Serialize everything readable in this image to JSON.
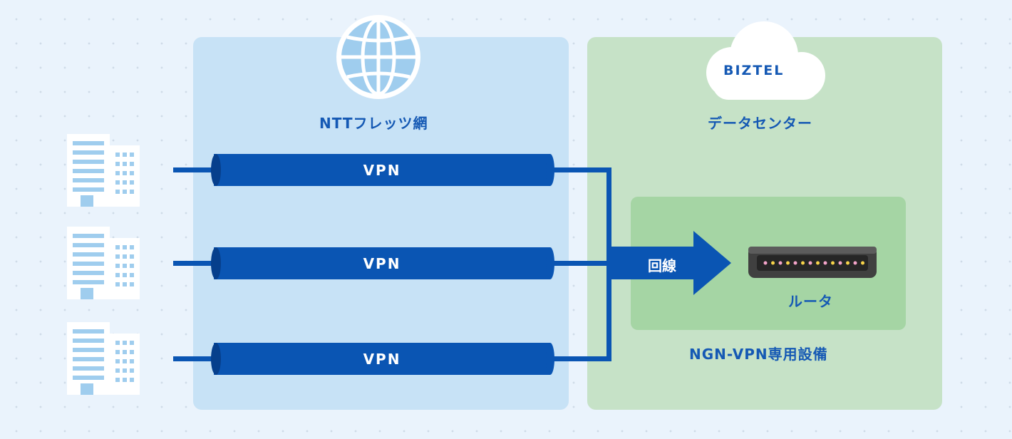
{
  "ntt_network": {
    "label": "NTTフレッツ網",
    "icon": "globe-icon"
  },
  "datacenter": {
    "label": "データセンター",
    "logo_text": "BIZTEL",
    "icon": "cloud-icon"
  },
  "vpn_lines": [
    {
      "label": "VPN"
    },
    {
      "label": "VPN"
    },
    {
      "label": "VPN"
    }
  ],
  "connection": {
    "label": "回線"
  },
  "router": {
    "label": "ルータ",
    "icon": "router-icon"
  },
  "ngn_equipment": {
    "label": "NGN-VPN専用設備"
  },
  "offices": {
    "icon": "building-icon",
    "count": 3
  },
  "colors": {
    "background": "#eaf3fc",
    "ntt_panel": "#c7e2f6",
    "datacenter_panel": "#c6e2c7",
    "ngn_box": "#a5d5a4",
    "pipe_blue": "#0a55b3",
    "pipe_dark": "#063f8c",
    "text_blue": "#1559b4",
    "building": "#9fcdee",
    "router_body": "#4a4a4a"
  }
}
